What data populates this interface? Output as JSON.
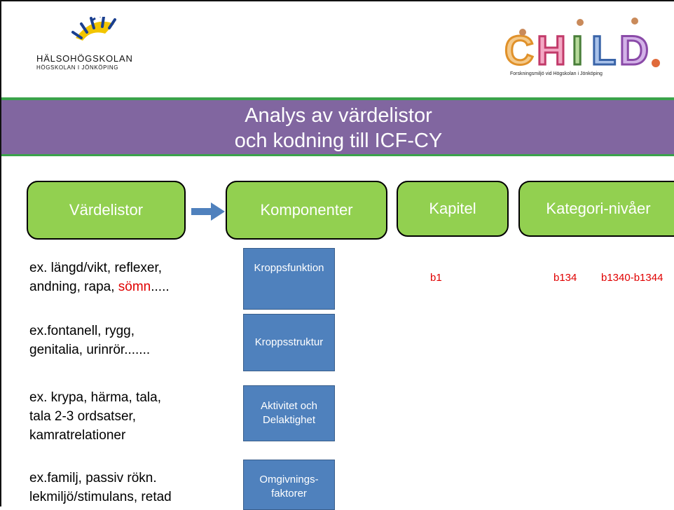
{
  "header": {
    "org_name": "HÄLSOHÖGSKOLAN",
    "org_sub": "HÖGSKOLAN I JÖNKÖPING",
    "child_logo_text": "CHILD",
    "child_sub": "Forskningsmiljö vid Högskolan i Jönköping"
  },
  "title": {
    "line1": "Analys av värdelistor",
    "line2": "och kodning till ICF-CY"
  },
  "boxes": {
    "vardelistor": "Värdelistor",
    "komponenter": "Komponenter",
    "kapitel": "Kapitel",
    "kategori": "Kategori-nivåer"
  },
  "examples": [
    {
      "line1": "ex. längd/vikt, reflexer,",
      "line2_pre": "andning, rapa, ",
      "line2_red": "sömn",
      "line2_post": "....."
    },
    {
      "line1": "ex.fontanell, rygg,",
      "line2": "genitalia, urinrör......."
    },
    {
      "line1": "ex. krypa, härma, tala,",
      "line2": "tala 2-3 ordsatser,",
      "line3": "kamratrelationer"
    },
    {
      "line1": "ex.familj, passiv rökn.",
      "line2": "lekmiljö/stimulans, retad"
    }
  ],
  "components": {
    "kroppsfunktion": "Kroppsfunktion",
    "kroppsstruktur": "Kroppsstruktur",
    "aktivitet_l1": "Aktivitet och",
    "aktivitet_l2": "Delaktighet",
    "omgivning_l1": "Omgivnings-",
    "omgivning_l2": "faktorer"
  },
  "codes": {
    "chapter": "b1",
    "category": "b134",
    "range": "b1340-b1344"
  },
  "colors": {
    "title_band": "#8166a0",
    "green_box": "#92d050",
    "blue_box": "#4f81bd",
    "red_text": "#e00000",
    "accent_line": "#3aa24a"
  }
}
